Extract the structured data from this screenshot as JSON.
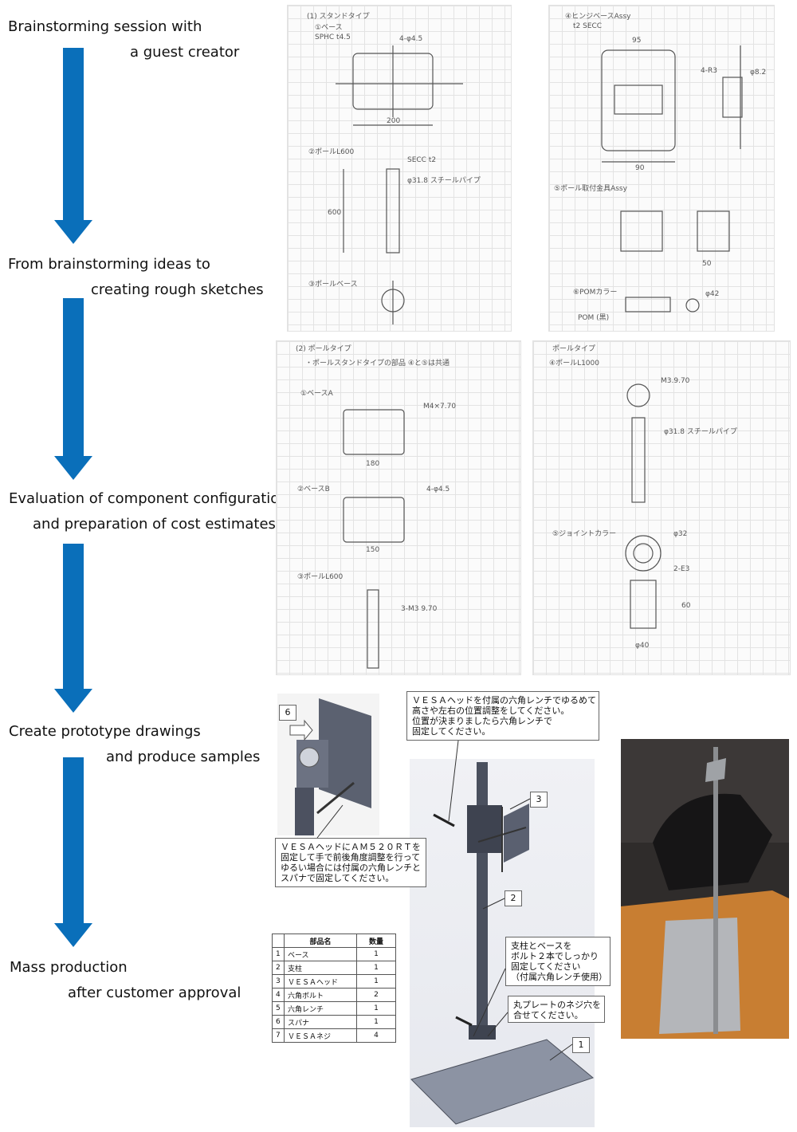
{
  "steps": [
    {
      "line1": "Brainstorming session with",
      "line2": "a guest creator"
    },
    {
      "line1": "From brainstorming ideas to",
      "line2": "creating rough sketches"
    },
    {
      "line1": "Evaluation of component configuration",
      "line2": "and preparation of cost estimates"
    },
    {
      "line1": "Create prototype drawings",
      "line2": "and produce samples"
    },
    {
      "line1": "Mass production",
      "line2": "after customer approval"
    }
  ],
  "colors": {
    "arrow": "#0a6fba"
  },
  "callouts": {
    "vesa_adjust": [
      "ＶＥＳＡヘッドを付属の六角レンチでゆるめて",
      "高さや左右の位置調整をしてください。",
      "位置が決まりましたら六角レンチで",
      "固定してください。"
    ],
    "vesa_angle": [
      "ＶＥＳＡヘッドにＡＭ５２０ＲＴを",
      "固定して手で前後角度調整を行って",
      "ゆるい場合には付属の六角レンチと",
      "スパナで固定してください。"
    ],
    "pole_base": [
      "支柱とベースを",
      "ボルト２本でしっかり",
      "固定してください",
      "（付属六角レンチ使用）"
    ],
    "plate": [
      "丸プレートのネジ穴を",
      "合せてください。"
    ]
  },
  "markers": {
    "detail": "6",
    "head": "3",
    "pole": "2",
    "base": "1"
  },
  "parts_table": {
    "headers": [
      "部品名",
      "数量"
    ],
    "rows": [
      {
        "no": "1",
        "name": "ベース",
        "qty": "1"
      },
      {
        "no": "2",
        "name": "支柱",
        "qty": "1"
      },
      {
        "no": "3",
        "name": "ＶＥＳＡヘッド",
        "qty": "1"
      },
      {
        "no": "4",
        "name": "六角ボルト",
        "qty": "2"
      },
      {
        "no": "5",
        "name": "六角レンチ",
        "qty": "1"
      },
      {
        "no": "6",
        "name": "スパナ",
        "qty": "1"
      },
      {
        "no": "7",
        "name": "ＶＥＳＡネジ",
        "qty": "4"
      }
    ]
  },
  "sketches": {
    "sheet1": {
      "title": "(1) スタンドタイプ",
      "sub1": "①ベース",
      "sub2": "SPHC t4.5",
      "label_a": "4-φ4.5",
      "dim_a": "200",
      "sub3": "②ポールL600",
      "dim_b": "600",
      "label_b": "φ31.8 スチールパイプ",
      "label_c": "SECC t2",
      "label_d": "③ポールベース"
    },
    "sheet2": {
      "title": "④ヒンジベースAssy",
      "sub1": "t2 SECC",
      "dim_a": "95",
      "label_a": "4-R3",
      "label_b": "φ8.2",
      "dim_b": "90",
      "sub2": "⑤ポール取付金具Assy",
      "dim_c": "50",
      "sub3": "⑥POMカラー",
      "label_c": "φ42",
      "label_d": "POM (黒)"
    },
    "sheet3": {
      "title": "(2) ポールタイプ",
      "sub1": "・ポールスタンドタイプの部品 ④と⑤は共通",
      "sub2": "①ベースA",
      "label_a": "M4×7.70",
      "dim_a": "180",
      "sub3": "②ベースB",
      "label_b": "4-φ4.5",
      "dim_b": "150",
      "sub4": "③ポールL600",
      "label_c": "3-M3 9.70"
    },
    "sheet4": {
      "title": "ポールタイプ",
      "sub1": "④ポールL1000",
      "label_a": "M3.9.70",
      "label_b": "φ31.8 スチールパイプ",
      "sub2": "⑤ジョイントカラー",
      "label_c": "φ32",
      "label_d": "2-E3",
      "dim_a": "60",
      "label_e": "φ40"
    }
  }
}
